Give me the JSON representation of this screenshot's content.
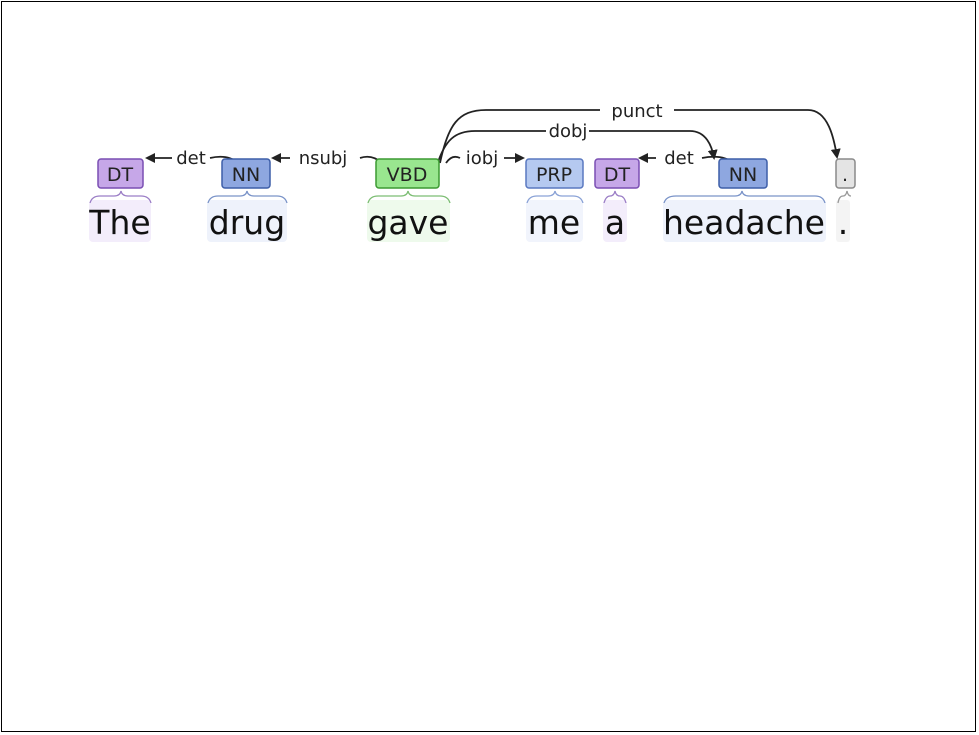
{
  "colors": {
    "DT": "#c6a7e8",
    "DT_border": "#7a4fb3",
    "NN": "#8ea7e0",
    "NN_border": "#3d5ea8",
    "VBD": "#99e68f",
    "VBD_border": "#3c9a32",
    "PRP": "#b5c9f0",
    "PRP_border": "#5a78c0",
    "PUNCT": "#e4e4e4",
    "PUNCT_border": "#8a8a8a",
    "arc": "#222222"
  },
  "tokens": [
    {
      "word": "The",
      "tag": "DT"
    },
    {
      "word": "drug",
      "tag": "NN"
    },
    {
      "word": "gave",
      "tag": "VBD"
    },
    {
      "word": "me",
      "tag": "PRP"
    },
    {
      "word": "a",
      "tag": "DT"
    },
    {
      "word": "headache",
      "tag": "NN"
    },
    {
      "word": ".",
      "tag": "."
    }
  ],
  "relations": [
    {
      "label": "det",
      "from": 1,
      "to": 0
    },
    {
      "label": "nsubj",
      "from": 2,
      "to": 1
    },
    {
      "label": "iobj",
      "from": 2,
      "to": 3
    },
    {
      "label": "det",
      "from": 5,
      "to": 4
    },
    {
      "label": "dobj",
      "from": 2,
      "to": 5
    },
    {
      "label": "punct",
      "from": 2,
      "to": 6
    }
  ]
}
